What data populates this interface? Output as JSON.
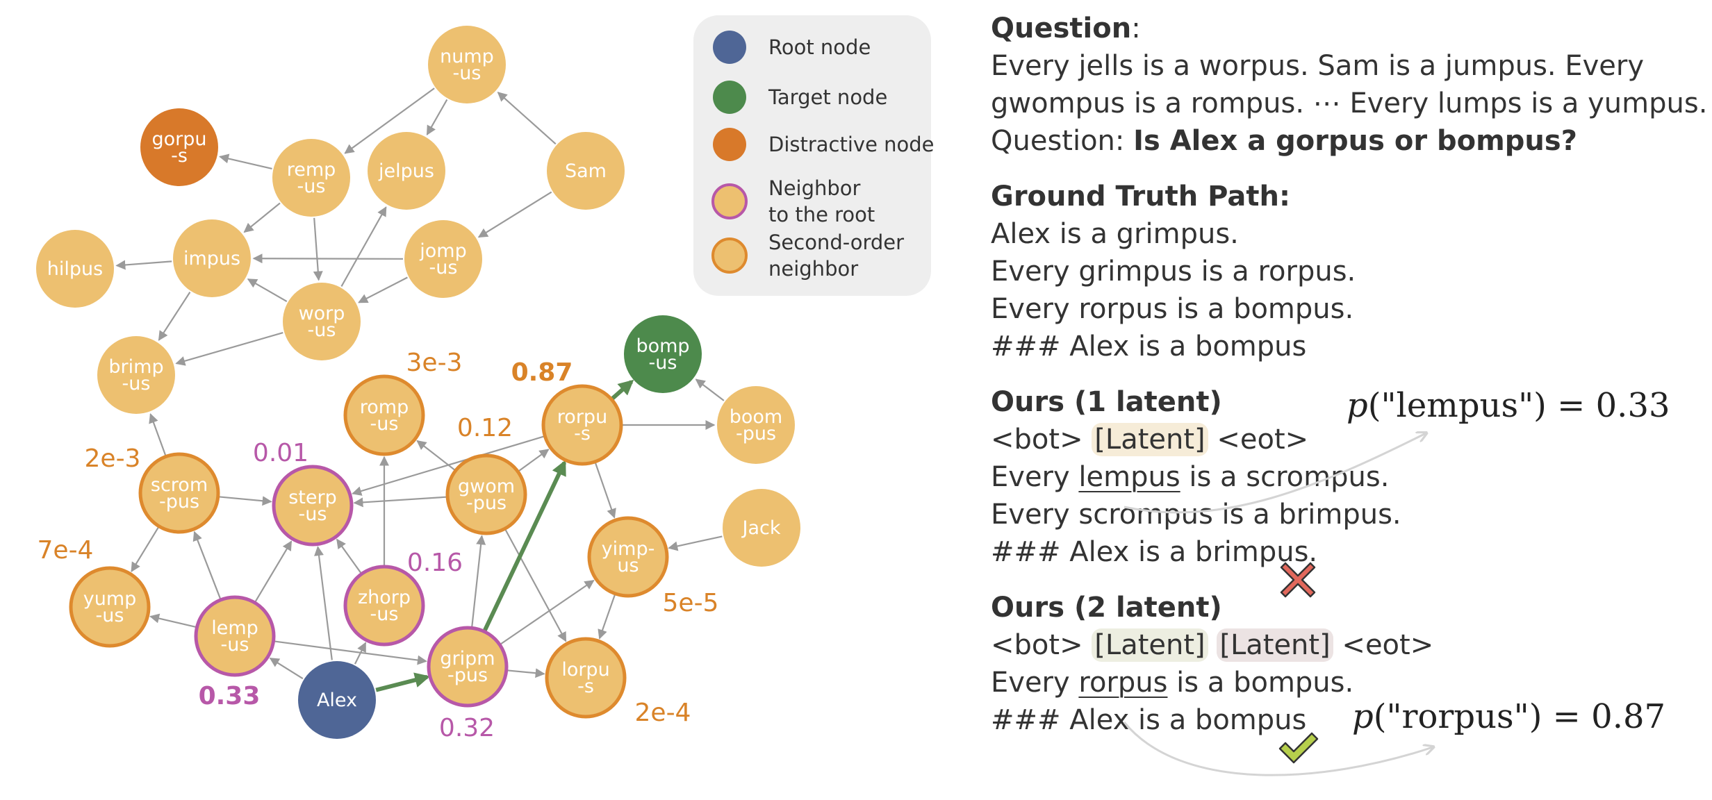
{
  "graph": {
    "nodes": [
      {
        "id": "nump",
        "lines": [
          "nump",
          "-us"
        ],
        "type": "plain"
      },
      {
        "id": "gorpu",
        "lines": [
          "gorpu",
          "-s"
        ],
        "type": "distractive"
      },
      {
        "id": "remp",
        "lines": [
          "remp",
          "-us"
        ],
        "type": "plain"
      },
      {
        "id": "jelpus",
        "lines": [
          "jelpus"
        ],
        "type": "plain"
      },
      {
        "id": "sam",
        "lines": [
          "Sam"
        ],
        "type": "plain"
      },
      {
        "id": "hilpus",
        "lines": [
          "hilpus"
        ],
        "type": "plain"
      },
      {
        "id": "impus",
        "lines": [
          "impus"
        ],
        "type": "plain"
      },
      {
        "id": "jomp",
        "lines": [
          "jomp",
          "-us"
        ],
        "type": "plain"
      },
      {
        "id": "worp",
        "lines": [
          "worp",
          "-us"
        ],
        "type": "plain"
      },
      {
        "id": "brimp",
        "lines": [
          "brimp",
          "-us"
        ],
        "type": "plain"
      },
      {
        "id": "bomp",
        "lines": [
          "bomp",
          "-us"
        ],
        "type": "target"
      },
      {
        "id": "romp",
        "lines": [
          "romp",
          "-us"
        ],
        "type": "second"
      },
      {
        "id": "rorpu",
        "lines": [
          "rorpu",
          "-s"
        ],
        "type": "second"
      },
      {
        "id": "boom",
        "lines": [
          "boom",
          "-pus"
        ],
        "type": "plain"
      },
      {
        "id": "scrom",
        "lines": [
          "scrom",
          "-pus"
        ],
        "type": "second"
      },
      {
        "id": "sterp",
        "lines": [
          "sterp",
          "-us"
        ],
        "type": "neighbor"
      },
      {
        "id": "gwom",
        "lines": [
          "gwom",
          "-pus"
        ],
        "type": "second"
      },
      {
        "id": "jack",
        "lines": [
          "Jack"
        ],
        "type": "plain"
      },
      {
        "id": "yimp",
        "lines": [
          "yimp-",
          "us"
        ],
        "type": "second"
      },
      {
        "id": "yump",
        "lines": [
          "yump",
          "-us"
        ],
        "type": "second"
      },
      {
        "id": "lemp",
        "lines": [
          "lemp",
          "-us"
        ],
        "type": "neighbor"
      },
      {
        "id": "zhorp",
        "lines": [
          "zhorp",
          "-us"
        ],
        "type": "neighbor"
      },
      {
        "id": "alex",
        "lines": [
          "Alex"
        ],
        "type": "root"
      },
      {
        "id": "gripm",
        "lines": [
          "gripm",
          "-pus"
        ],
        "type": "neighbor"
      },
      {
        "id": "lorpu",
        "lines": [
          "lorpu",
          "-s"
        ],
        "type": "second"
      }
    ],
    "edges": [
      {
        "from": "nump",
        "to": "remp"
      },
      {
        "from": "nump",
        "to": "jelpus"
      },
      {
        "from": "sam",
        "to": "nump"
      },
      {
        "from": "sam",
        "to": "jomp"
      },
      {
        "from": "remp",
        "to": "gorpu"
      },
      {
        "from": "remp",
        "to": "impus"
      },
      {
        "from": "remp",
        "to": "worp"
      },
      {
        "from": "impus",
        "to": "hilpus"
      },
      {
        "from": "impus",
        "to": "brimp"
      },
      {
        "from": "jomp",
        "to": "impus"
      },
      {
        "from": "worp",
        "to": "impus"
      },
      {
        "from": "worp",
        "to": "jelpus"
      },
      {
        "from": "jomp",
        "to": "worp"
      },
      {
        "from": "worp",
        "to": "brimp"
      },
      {
        "from": "scrom",
        "to": "brimp"
      },
      {
        "from": "scrom",
        "to": "sterp"
      },
      {
        "from": "scrom",
        "to": "yump"
      },
      {
        "from": "boom",
        "to": "bomp"
      },
      {
        "from": "rorpu",
        "to": "boom"
      },
      {
        "from": "rorpu",
        "to": "sterp"
      },
      {
        "from": "rorpu",
        "to": "yimp"
      },
      {
        "from": "gwom",
        "to": "rorpu"
      },
      {
        "from": "gwom",
        "to": "romp"
      },
      {
        "from": "gwom",
        "to": "sterp"
      },
      {
        "from": "gwom",
        "to": "lorpu"
      },
      {
        "from": "jack",
        "to": "yimp"
      },
      {
        "from": "yimp",
        "to": "lorpu"
      },
      {
        "from": "zhorp",
        "to": "romp"
      },
      {
        "from": "zhorp",
        "to": "sterp"
      },
      {
        "from": "lemp",
        "to": "scrom"
      },
      {
        "from": "lemp",
        "to": "sterp"
      },
      {
        "from": "lemp",
        "to": "yump"
      },
      {
        "from": "lemp",
        "to": "gripm"
      },
      {
        "from": "alex",
        "to": "lemp"
      },
      {
        "from": "alex",
        "to": "sterp"
      },
      {
        "from": "alex",
        "to": "zhorp"
      },
      {
        "from": "gripm",
        "to": "gwom"
      },
      {
        "from": "gripm",
        "to": "yimp"
      },
      {
        "from": "gripm",
        "to": "lorpu"
      },
      {
        "from": "alex",
        "to": "gripm",
        "highlight": true
      },
      {
        "from": "gripm",
        "to": "rorpu",
        "highlight": true
      },
      {
        "from": "rorpu",
        "to": "bomp",
        "highlight": true
      }
    ],
    "probabilities": [
      {
        "node": "romp",
        "text": "3e-3",
        "kind": "second"
      },
      {
        "node": "rorpu",
        "text": "0.87",
        "kind": "second",
        "bold": true
      },
      {
        "node": "gwom",
        "text": "0.12",
        "kind": "second"
      },
      {
        "node": "scrom",
        "text": "2e-3",
        "kind": "second"
      },
      {
        "node": "sterp",
        "text": "0.01",
        "kind": "neighbor"
      },
      {
        "node": "zhorp",
        "text": "0.16",
        "kind": "neighbor"
      },
      {
        "node": "yump",
        "text": "7e-4",
        "kind": "second"
      },
      {
        "node": "yimp",
        "text": "5e-5",
        "kind": "second"
      },
      {
        "node": "lemp",
        "text": "0.33",
        "kind": "neighbor",
        "bold": true
      },
      {
        "node": "gripm",
        "text": "0.32",
        "kind": "neighbor"
      },
      {
        "node": "lorpu",
        "text": "2e-4",
        "kind": "second"
      }
    ]
  },
  "legend": {
    "items": [
      {
        "swatch": "root",
        "lines": [
          "Root node"
        ]
      },
      {
        "swatch": "target",
        "lines": [
          "Target node"
        ]
      },
      {
        "swatch": "distractive",
        "lines": [
          "Distractive node"
        ]
      },
      {
        "swatch": "neighbor",
        "lines": [
          "Neighbor",
          "to the root"
        ]
      },
      {
        "swatch": "second",
        "lines": [
          "Second-order",
          "neighbor"
        ]
      }
    ]
  },
  "colors": {
    "node_fill": "#edc070",
    "root": "#4f6696",
    "target": "#4d8a4c",
    "distractive": "#d8792a",
    "neighbor_border": "#b758a8",
    "second_border": "#de8a2e",
    "neighbor_text": "#b758a8",
    "second_text": "#d98328",
    "edge": "#9a9a9a",
    "highlight_edge": "#5a8b52",
    "legend_bg": "#eeeeee",
    "latent_1": "#f6ecd8",
    "latent_2a": "#edeee1",
    "latent_2b": "#ece3e3",
    "cross": "#e2685c",
    "check": "#b6cf4c"
  },
  "panel": {
    "question": {
      "heading": "Question",
      "colon": ":",
      "line1": "Every jells is a worpus. Sam is a jumpus. Every",
      "line2": "gwompus is a rompus. ⋯ Every lumps is a yumpus.",
      "line3_prefix": "Question: ",
      "line3_bold": "Is Alex a gorpus or bompus?"
    },
    "ground_truth": {
      "heading": "Ground Truth Path:",
      "lines": [
        "Alex is a grimpus.",
        "Every grimpus is a rorpus.",
        "Every rorpus is a bompus.",
        "### Alex is a bompus"
      ]
    },
    "ours1": {
      "heading": "Ours (1 latent)",
      "bot": "<bot>",
      "latent": "[Latent]",
      "eot": "<eot>",
      "line2_prefix": "Every ",
      "line2_underlined": "lempus",
      "line2_suffix": " is a scrompus.",
      "line3": "Every scrompus is a brimpus.",
      "line4": "### Alex is a brimpus.",
      "formula_token": "\"lempus\"",
      "formula_value": "0.33"
    },
    "ours2": {
      "heading": "Ours (2 latent)",
      "bot": "<bot>",
      "latent1": "[Latent]",
      "latent2": "[Latent]",
      "eot": "<eot>",
      "line2_prefix": "Every ",
      "line2_underlined": "rorpus",
      "line2_suffix": " is a bompus.",
      "line3": "### Alex is a bompus",
      "formula_token": "\"rorpus\"",
      "formula_value": "0.87"
    },
    "formula_p": "p",
    "formula_eq": "=",
    "cross_icon": "cross-icon",
    "check_icon": "check-icon"
  }
}
